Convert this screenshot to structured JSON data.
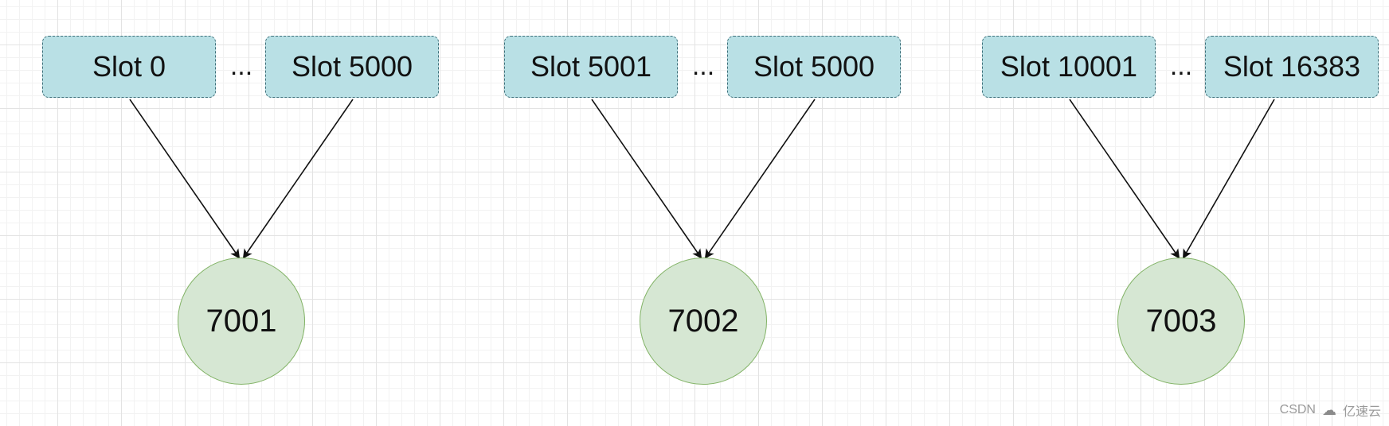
{
  "groups": [
    {
      "left_slot": "Slot 0",
      "ellipsis": "...",
      "right_slot": "Slot 5000",
      "node": "7001"
    },
    {
      "left_slot": "Slot 5001",
      "ellipsis": "...",
      "right_slot": "Slot 5000",
      "node": "7002"
    },
    {
      "left_slot": "Slot 10001",
      "ellipsis": "...",
      "right_slot": "Slot 16383",
      "node": "7003"
    }
  ],
  "watermark": {
    "csdn": "CSDN",
    "brand": "亿速云"
  },
  "colors": {
    "slot_fill": "#b9e0e5",
    "slot_border": "#3d6f7a",
    "node_fill": "#d6e7d3",
    "node_border": "#82b366",
    "edge": "#111111"
  }
}
